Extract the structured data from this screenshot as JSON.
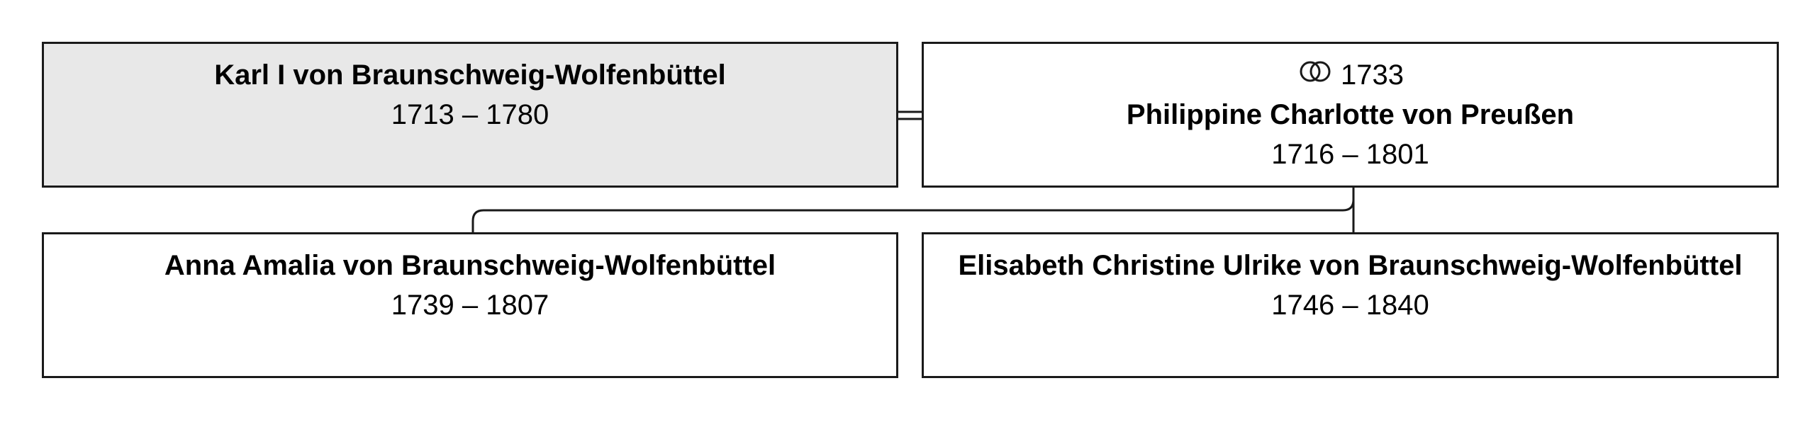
{
  "persons": {
    "father": {
      "name": "Karl I von Braunschweig-Wolfenbüttel",
      "years": "1713 – 1780",
      "highlight_color": "#e8e8e8"
    },
    "mother": {
      "marriage_icon": "marriage-rings-icon",
      "marriage_year": "1733",
      "name": "Philippine Charlotte von Preußen",
      "years": "1716 – 1801"
    },
    "children": [
      {
        "name": "Anna Amalia von Braunschweig-Wolfenbüttel",
        "years": "1739 – 1807"
      },
      {
        "name": "Elisabeth Christine Ulrike von Braunschweig-Wolfenbüttel",
        "years": "1746 – 1840"
      }
    ]
  }
}
